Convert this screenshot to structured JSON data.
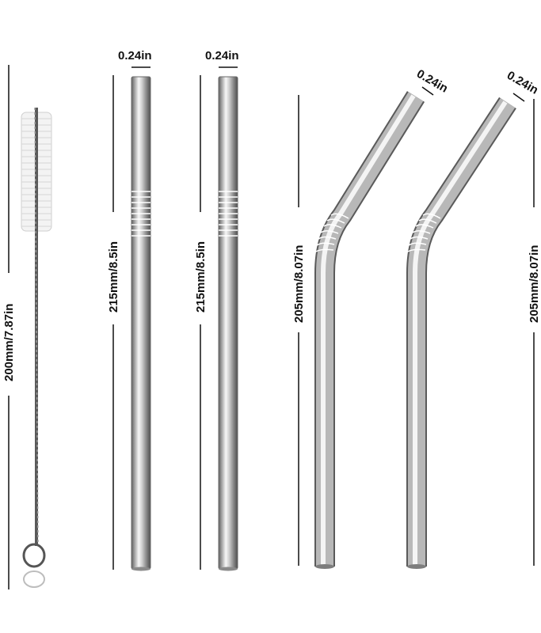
{
  "product": {
    "brush_length_label": "200mm/7.87in",
    "straight_length_label": "215mm/8.5in",
    "bent_length_label": "205mm/8.07in",
    "diameter_label": "0.24in"
  },
  "colors": {
    "background": "#ffffff",
    "dimension_line": "#111111",
    "steel_dark": "#6d6d6d",
    "steel_light": "#f4f4f4",
    "bristle": "#f2f2f2",
    "wire": "#555555"
  }
}
